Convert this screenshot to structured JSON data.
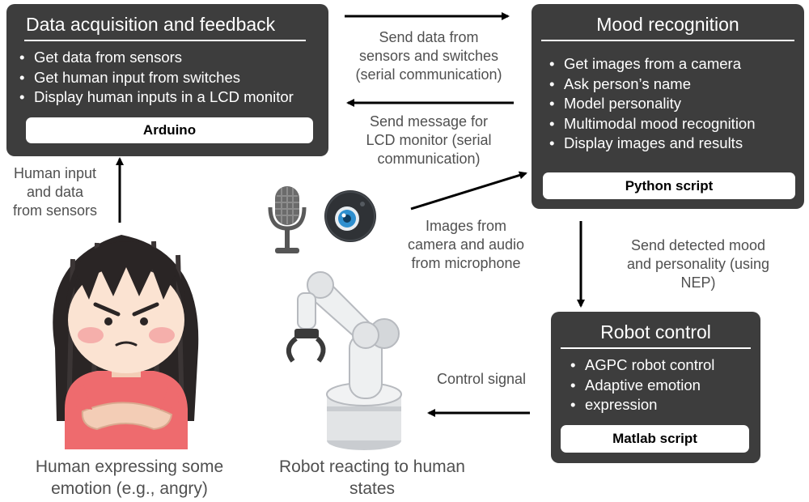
{
  "boxes": {
    "data_acquisition": {
      "title": "Data acquisition and feedback",
      "items": [
        "Get data from sensors",
        "Get human input from switches",
        "Display human inputs in a LCD monitor"
      ],
      "platform": "Arduino"
    },
    "mood_recognition": {
      "title": "Mood recognition",
      "items": [
        "Get images from a camera",
        "Ask person’s name",
        "Model personality",
        "Multimodal mood recognition",
        "Display images and results"
      ],
      "platform": "Python script"
    },
    "robot_control": {
      "title": "Robot control",
      "items": [
        "AGPC robot control",
        "Adaptive emotion",
        "expression"
      ],
      "platform": "Matlab script"
    }
  },
  "edges": {
    "sensor_data": [
      "Send data from",
      "sensors and switches",
      "(serial communication)"
    ],
    "lcd_message": [
      "Send message for",
      "LCD monitor (serial",
      "communication)"
    ],
    "human_input": [
      "Human input",
      "and data",
      "from sensors"
    ],
    "camera_audio": [
      "Images from",
      "camera and audio",
      "from microphone"
    ],
    "mood_personality": [
      "Send detected mood",
      "and personality (using",
      "NEP)"
    ],
    "control_signal": [
      "Control signal"
    ]
  },
  "captions": {
    "human": [
      "Human expressing some",
      "emotion (e.g., angry)"
    ],
    "robot": [
      "Robot reacting to human",
      "states"
    ]
  },
  "colors": {
    "box_fill": "#3d3d3d",
    "box_text": "#ffffff",
    "label_text": "#505050",
    "arrow": "#000000",
    "skin": "#fbe3d2",
    "hair": "#2a2525",
    "shirt": "#ee6b6e",
    "robot_body": "#e2e4e6",
    "camera_lens": "#2e8fcf"
  },
  "icons": [
    "microphone-icon",
    "webcam-icon",
    "angry-girl-illustration",
    "robot-arm-illustration"
  ]
}
